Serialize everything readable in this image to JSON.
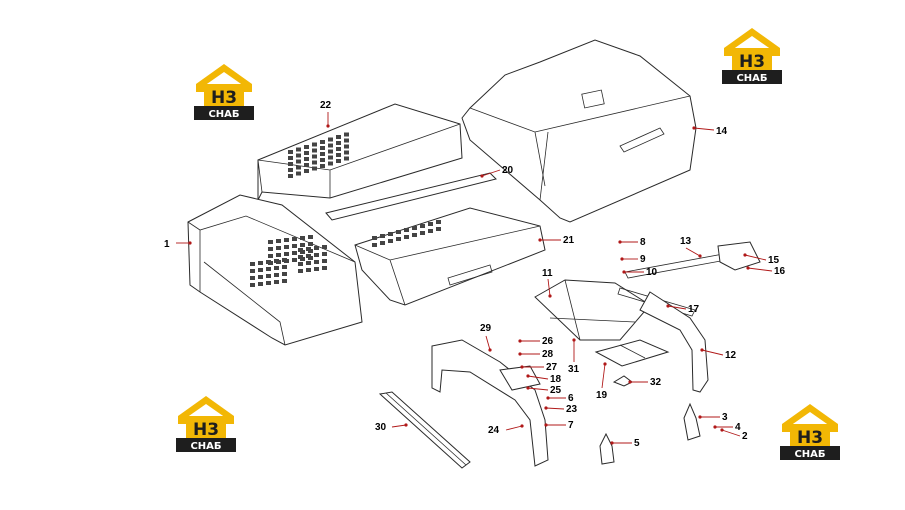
{
  "diagram": {
    "callouts": [
      {
        "id": "1",
        "label": "1"
      },
      {
        "id": "2",
        "label": "2"
      },
      {
        "id": "3",
        "label": "3"
      },
      {
        "id": "4",
        "label": "4"
      },
      {
        "id": "5",
        "label": "5"
      },
      {
        "id": "6",
        "label": "6"
      },
      {
        "id": "7",
        "label": "7"
      },
      {
        "id": "8",
        "label": "8"
      },
      {
        "id": "9",
        "label": "9"
      },
      {
        "id": "10",
        "label": "10"
      },
      {
        "id": "11",
        "label": "11"
      },
      {
        "id": "12",
        "label": "12"
      },
      {
        "id": "13",
        "label": "13"
      },
      {
        "id": "14",
        "label": "14"
      },
      {
        "id": "15",
        "label": "15"
      },
      {
        "id": "16",
        "label": "16"
      },
      {
        "id": "17",
        "label": "17"
      },
      {
        "id": "18",
        "label": "18"
      },
      {
        "id": "19",
        "label": "19"
      },
      {
        "id": "20",
        "label": "20"
      },
      {
        "id": "21",
        "label": "21"
      },
      {
        "id": "22",
        "label": "22"
      },
      {
        "id": "23",
        "label": "23"
      },
      {
        "id": "24",
        "label": "24"
      },
      {
        "id": "25",
        "label": "25"
      },
      {
        "id": "26",
        "label": "26"
      },
      {
        "id": "27",
        "label": "27"
      },
      {
        "id": "28",
        "label": "28"
      },
      {
        "id": "29",
        "label": "29"
      },
      {
        "id": "30",
        "label": "30"
      },
      {
        "id": "31",
        "label": "31"
      },
      {
        "id": "32",
        "label": "32"
      }
    ]
  },
  "watermark": {
    "top_text": "H3",
    "bottom_text": "СНАБ",
    "colors": {
      "roof": "#f2b705",
      "badge": "#1e1e1e",
      "text": "#ffffff"
    }
  }
}
